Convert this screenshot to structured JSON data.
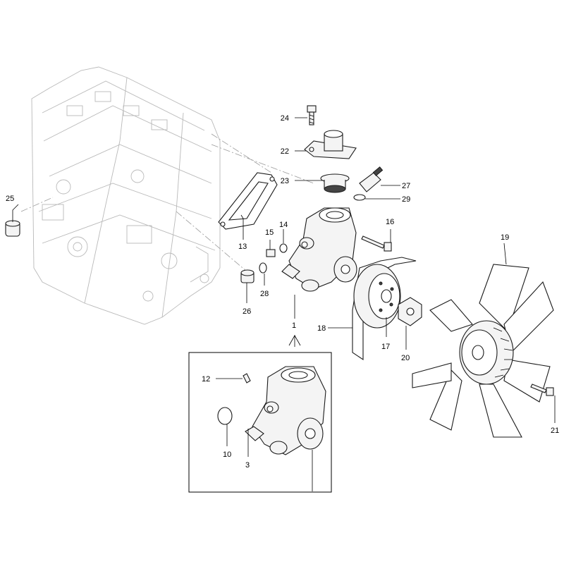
{
  "callouts": {
    "n1": "1",
    "n3": "3",
    "n10": "10",
    "n12": "12",
    "n13": "13",
    "n14": "14",
    "n15": "15",
    "n16": "16",
    "n17": "17",
    "n18": "18",
    "n19": "19",
    "n20": "20",
    "n21": "21",
    "n22": "22",
    "n23": "23",
    "n24": "24",
    "n25": "25",
    "n26": "26",
    "n27": "27",
    "n28": "28",
    "n29": "29"
  }
}
